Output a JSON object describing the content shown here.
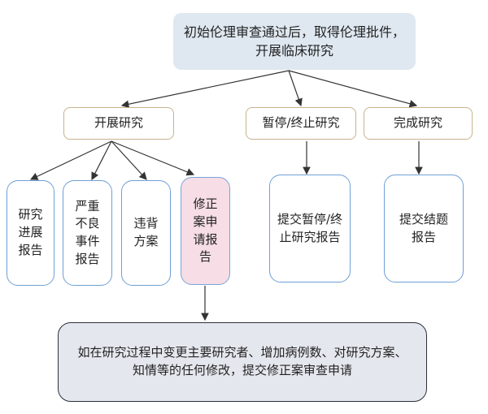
{
  "top": {
    "text": "初始伦理审查通过后，取得伦理批件，开展临床研究"
  },
  "stages": {
    "conduct": "开展研究",
    "pause": "暂停/终止研究",
    "complete": "完成研究"
  },
  "reports": {
    "progress": "研究进展报告",
    "sae": "严重不良事件报告",
    "deviation": "违背方案",
    "amendment": "修正案申请报告",
    "pause_report": "提交暂停/终止研究报告",
    "final_report": "提交结题报告"
  },
  "note": {
    "text": "如在研究过程中变更主要研究者、增加病例数、对研究方案、知情等的任何修改，提交修正案审查申请"
  },
  "colors": {
    "top_fill": "#dfe8f1",
    "stage_border": "#c9b28c",
    "report_border": "#6ea0d6",
    "amendment_fill": "#f6dde6",
    "note_fill": "#e5e7ee"
  }
}
